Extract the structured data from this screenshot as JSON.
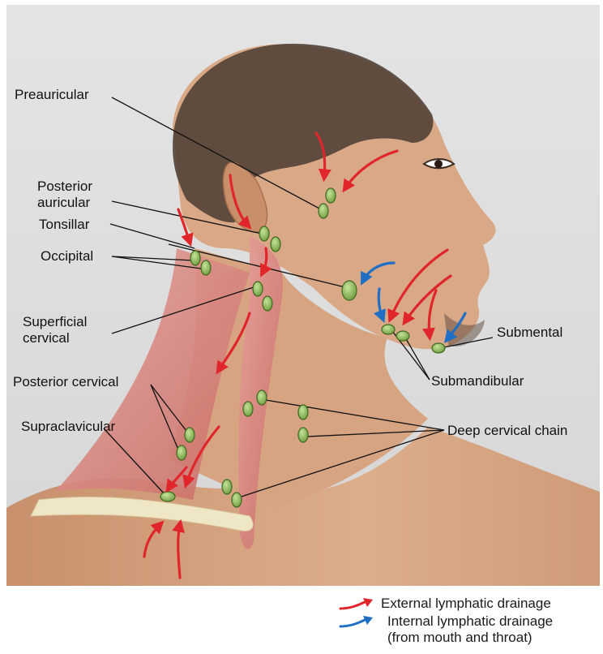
{
  "labels": {
    "preauricular": "Preauricular",
    "posterior_auricular_1": "Posterior",
    "posterior_auricular_2": "auricular",
    "tonsillar": "Tonsillar",
    "occipital": "Occipital",
    "superficial_cervical_1": "Superficial",
    "superficial_cervical_2": "cervical",
    "posterior_cervical": "Posterior cervical",
    "supraclavicular": "Supraclavicular",
    "submental": "Submental",
    "submandibular": "Submandibular",
    "deep_cervical_chain": "Deep cervical chain"
  },
  "legend": {
    "external": "External lymphatic drainage",
    "internal_1": "Internal lymphatic drainage",
    "internal_2": "(from mouth and throat)"
  },
  "colors": {
    "external_arrow": "#e0262b",
    "internal_arrow": "#1f6fc4",
    "node": "#8fbf5a",
    "muscle": "#d9837c"
  }
}
